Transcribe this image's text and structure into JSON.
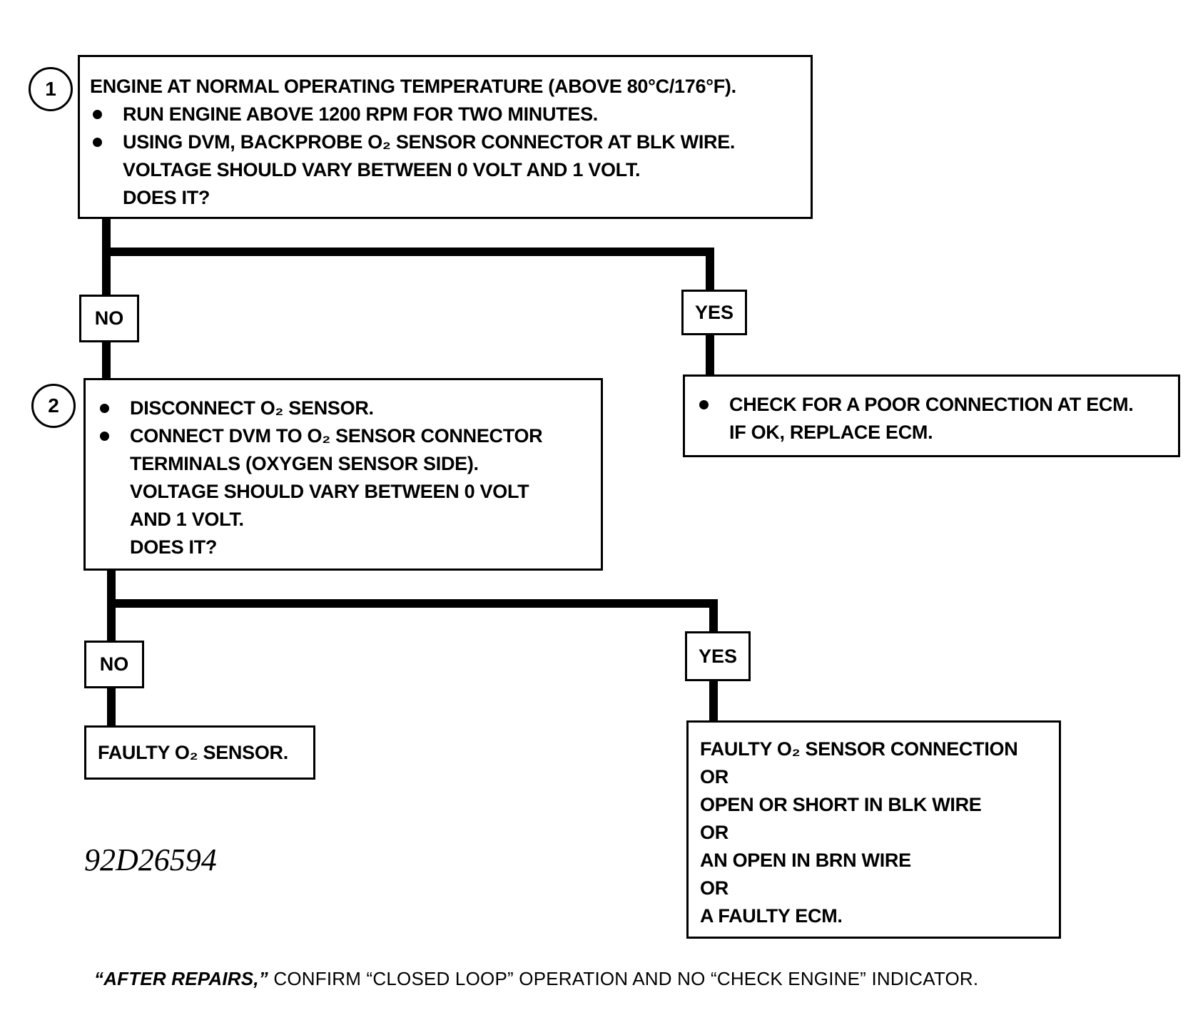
{
  "steps": {
    "one": "1",
    "two": "2"
  },
  "box1": {
    "line1": "ENGINE AT NORMAL OPERATING TEMPERATURE (ABOVE 80°C/176°F).",
    "bullet1": "RUN ENGINE ABOVE 1200 RPM FOR TWO MINUTES.",
    "bullet2": "USING DVM, BACKPROBE O₂ SENSOR CONNECTOR AT BLK WIRE.",
    "line4": "VOLTAGE SHOULD VARY BETWEEN 0 VOLT AND 1 VOLT.",
    "line5": "DOES IT?"
  },
  "labels": {
    "no1": "NO",
    "yes1": "YES",
    "no2": "NO",
    "yes2": "YES"
  },
  "box_yes1": {
    "bullet1": "CHECK FOR A POOR CONNECTION AT ECM.",
    "line2": "IF OK, REPLACE ECM."
  },
  "box2": {
    "bullet1": "DISCONNECT O₂ SENSOR.",
    "bullet2": "CONNECT DVM TO O₂ SENSOR CONNECTOR",
    "line3": "TERMINALS (OXYGEN SENSOR SIDE).",
    "line4": "VOLTAGE SHOULD VARY BETWEEN 0 VOLT",
    "line5": "AND 1 VOLT.",
    "line6": "DOES IT?"
  },
  "box_no2": {
    "line1": "FAULTY O₂ SENSOR."
  },
  "box_yes2": {
    "lines": [
      "FAULTY O₂ SENSOR CONNECTION",
      "OR",
      "OPEN OR SHORT IN BLK WIRE",
      "OR",
      "AN OPEN IN BRN WIRE",
      "OR",
      "A FAULTY ECM."
    ]
  },
  "figure_id": "92D26594",
  "footer": {
    "emphasis": "“AFTER REPAIRS,”",
    "rest": " CONFIRM “CLOSED LOOP” OPERATION AND NO “CHECK ENGINE” INDICATOR."
  }
}
